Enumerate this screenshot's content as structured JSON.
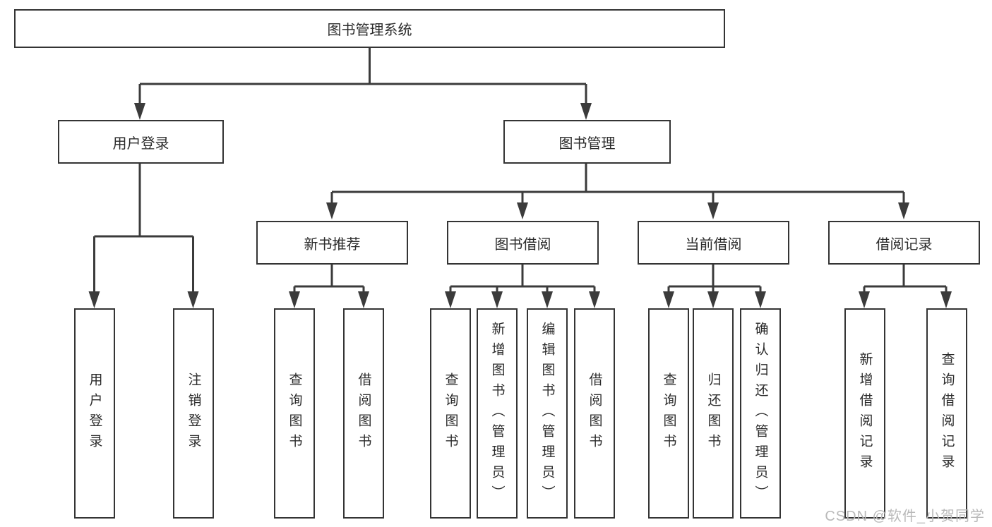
{
  "diagram": {
    "root": {
      "label": "图书管理系统"
    },
    "level2": [
      {
        "id": "user-login",
        "label": "用户登录"
      },
      {
        "id": "book-management",
        "label": "图书管理"
      }
    ],
    "level3": [
      {
        "id": "new-book-recommend",
        "label": "新书推荐",
        "parent": "book-management"
      },
      {
        "id": "book-borrow",
        "label": "图书借阅",
        "parent": "book-management"
      },
      {
        "id": "current-borrow",
        "label": "当前借阅",
        "parent": "book-management"
      },
      {
        "id": "borrow-records",
        "label": "借阅记录",
        "parent": "book-management"
      }
    ],
    "leaves": [
      {
        "label": "用户登录",
        "parent": "user-login"
      },
      {
        "label": "注销登录",
        "parent": "user-login"
      },
      {
        "label": "查询图书",
        "parent": "new-book-recommend"
      },
      {
        "label": "借阅图书",
        "parent": "new-book-recommend"
      },
      {
        "label": "查询图书",
        "parent": "book-borrow"
      },
      {
        "label": "新增图书（管理员）",
        "parent": "book-borrow"
      },
      {
        "label": "编辑图书（管理员）",
        "parent": "book-borrow"
      },
      {
        "label": "借阅图书",
        "parent": "book-borrow"
      },
      {
        "label": "查询图书",
        "parent": "current-borrow"
      },
      {
        "label": "归还图书",
        "parent": "current-borrow"
      },
      {
        "label": "确认归还（管理员）",
        "parent": "current-borrow"
      },
      {
        "label": "新增借阅记录",
        "parent": "borrow-records"
      },
      {
        "label": "查询借阅记录",
        "parent": "borrow-records"
      }
    ],
    "watermark": "CSDN @软件_小贺同学",
    "colors": {
      "line": "#3b3b3b",
      "box_border": "#343434",
      "text": "#2b2b2b",
      "watermark": "#b9b9b9",
      "background": "#ffffff"
    }
  }
}
